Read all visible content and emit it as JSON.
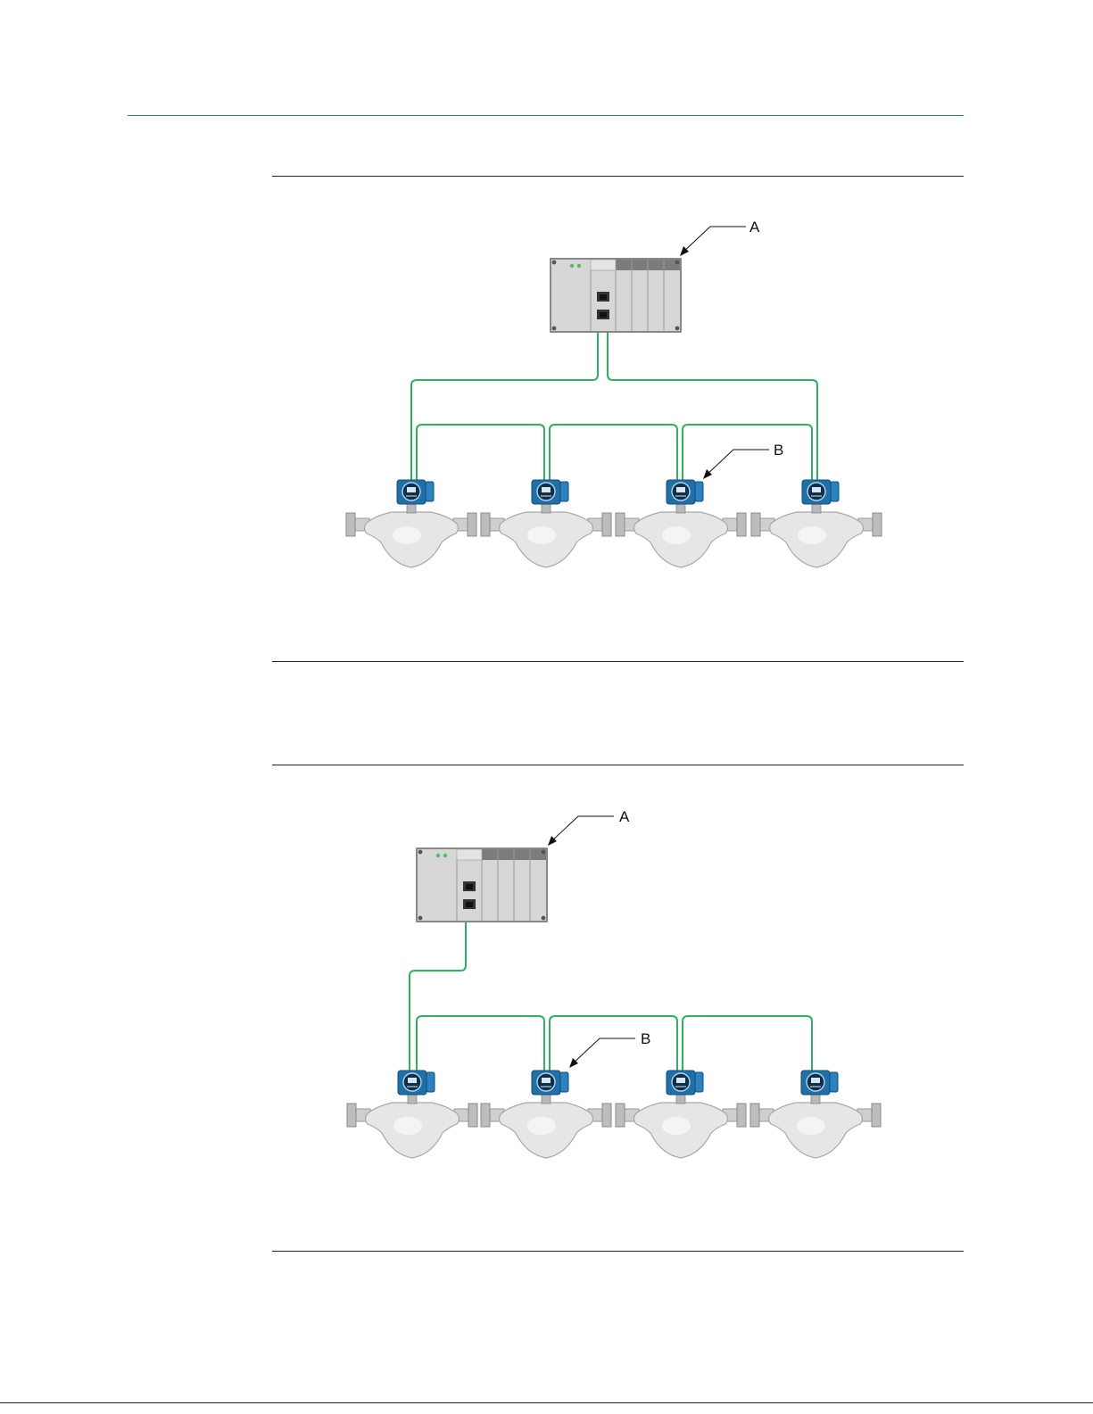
{
  "figures": [
    {
      "callouts": [
        {
          "letter": "A",
          "target": "controller"
        },
        {
          "letter": "B",
          "target": "meter-3"
        }
      ]
    },
    {
      "callouts": [
        {
          "letter": "A",
          "target": "controller"
        },
        {
          "letter": "B",
          "target": "meter-2"
        }
      ]
    }
  ],
  "colors": {
    "header_rule": "#2e7aa8",
    "cable": "#2db35d",
    "transmitter": "#1f6fa8",
    "meter_body": "#e6e6e6"
  },
  "icons": {
    "controller": "plc-rack-icon",
    "meter": "coriolis-flowmeter-icon"
  }
}
